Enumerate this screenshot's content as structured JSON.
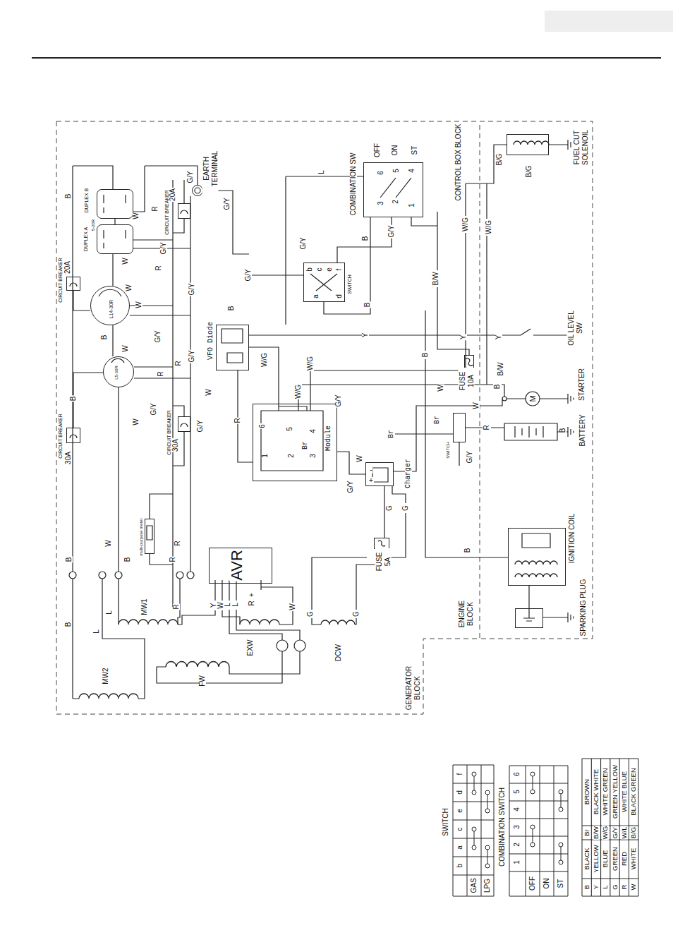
{
  "diagram": {
    "nodes": [
      {
        "text": [
          "AVR"
        ]
      },
      {
        "text": [
          "Module",
          "6",
          "5",
          "4",
          "Br",
          "1",
          "2",
          "3"
        ]
      },
      {
        "text": [
          "-",
          "+",
          "Charger"
        ]
      },
      {
        "text": [
          "VFO Diode"
        ]
      },
      {
        "text": [
          "b",
          "c",
          "e",
          "f",
          "a",
          "d",
          "SWITCH"
        ]
      },
      {
        "text": [
          "6",
          "5",
          "4",
          "3",
          "2",
          "1",
          "COMBINATION SW"
        ]
      },
      {
        "text": [
          "FUEL CUT SOLENOIL"
        ]
      },
      {
        "text": [
          "FUSE 10A"
        ]
      },
      {
        "text": [
          "FUSE 5A"
        ]
      },
      {
        "text": [
          "IGNITION COIL"
        ]
      },
      {
        "text": [
          "SPARKING PLUG"
        ]
      },
      {
        "text": [
          "multi-purpose meter"
        ]
      },
      {
        "text": [
          "DUPLEX B"
        ]
      },
      {
        "text": [
          "DUPLEX A",
          "5-20R"
        ]
      },
      {
        "text": [
          "L14-30R"
        ]
      },
      {
        "text": [
          "L5-30R"
        ]
      },
      {
        "text": [
          "CIRCUIT BREAKER",
          "20A"
        ]
      },
      {
        "text": [
          "CIRCUIT BREAKER",
          "30A"
        ]
      },
      {
        "text": [
          "CIRCUIT BREAKER",
          "20A"
        ]
      },
      {
        "text": [
          "CIRCUIT BREAKER",
          "30A"
        ]
      },
      {
        "text": [
          "SWITCH"
        ]
      },
      {
        "text": [
          "EARTH TERMINAL"
        ]
      }
    ],
    "edges": [
      {
        "from": 2,
        "to": 8,
        "arrow": "none"
      },
      {
        "from": 1,
        "to": 3,
        "label": "R",
        "arrow": "none"
      },
      {
        "from": 9,
        "to": 10,
        "arrow": "none"
      },
      {
        "from": 4,
        "to": 5,
        "label": "G/Y",
        "arrow": "none"
      },
      {
        "from": 1,
        "to": 2,
        "arrow": "none"
      },
      {
        "from": 16,
        "to": 14,
        "arrow": "none"
      },
      {
        "from": 17,
        "to": 15,
        "label": "B",
        "arrow": "none"
      }
    ],
    "labels": [
      "B",
      "W",
      "R",
      "G/Y",
      "G/Y",
      "G/Y",
      "W",
      "R",
      "G/Y",
      "W",
      "W",
      "B",
      "G/Y",
      "W",
      "G/Y",
      "R",
      "R",
      "W",
      "G/Y",
      "G/Y",
      "W",
      "W",
      "R",
      "B",
      "B",
      "R",
      "B",
      "L",
      "L",
      "MW1",
      "MW2",
      "R",
      "Y",
      "W",
      "L",
      "L",
      "R",
      "+",
      "W",
      "G",
      "G",
      "EXW",
      "FW",
      "DCW",
      "GENERATOR BLOCK",
      "G",
      "G",
      "W",
      "G/Y",
      "W/G",
      "W/G",
      "W/G",
      "G/Y",
      "Br",
      "B",
      "G/Y",
      "Y",
      "B",
      "B",
      "B/W",
      "G/Y",
      "B",
      "L",
      "OFF",
      "ON",
      "ST",
      "CONTROL BOX BLOCK",
      "W/G",
      "W/G",
      "B/G",
      "B/G",
      "Y",
      "Y",
      "OIL LEVEL SW",
      "B/W",
      "B",
      "W",
      "W",
      "STARTER",
      "Br",
      "R",
      "B",
      "BATTERY",
      "G/Y",
      "B",
      "ENGINE BLOCK",
      "SWITCH",
      "b",
      "a",
      "c",
      "e",
      "d",
      "f",
      "GAS",
      "LPG",
      "COMBINATION SWITCH",
      "1",
      "2",
      "3",
      "4",
      "5",
      "6",
      "OFF",
      "ON",
      "ST",
      "B",
      "BLACK",
      "Br",
      "BROWN",
      "Y",
      "YELLOW",
      "B/W",
      "BLACK WHITE",
      "L",
      "BLUE",
      "W/G",
      "WHITE GREEN",
      "G",
      "GREEN",
      "G/Y",
      "GREEN YELLOW",
      "R",
      "RED",
      "W/L",
      "WHITE BLUE",
      "W",
      "WHITE",
      "B/G",
      "BLACK GREEN",
      "M"
    ]
  }
}
